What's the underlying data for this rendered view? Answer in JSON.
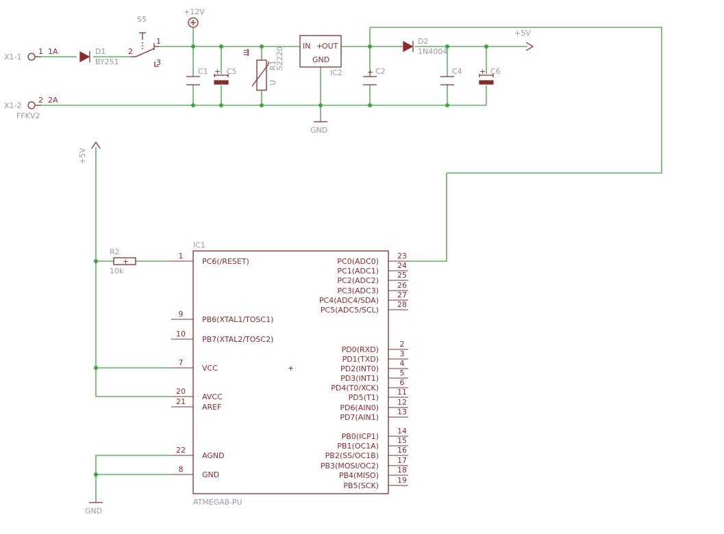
{
  "components": {
    "x1_1": {
      "name": "X1-1",
      "pin": "1",
      "pad": "1A"
    },
    "x1_2": {
      "name": "X1-2",
      "pin": "2",
      "pad": "2A",
      "value": "FFKV2"
    },
    "d1": {
      "name": "D1",
      "value": "BY251"
    },
    "s5": {
      "name": "S5",
      "pin2": "2",
      "pin1": "1",
      "pin3": "3"
    },
    "vcc12": {
      "label": "+12V"
    },
    "c1": {
      "name": "C1"
    },
    "c5": {
      "name": "C5"
    },
    "r1": {
      "name": "R1",
      "value": "S2220"
    },
    "ic2": {
      "name": "IC2",
      "in": "IN",
      "out": "OUT",
      "gnd": "GND"
    },
    "c2": {
      "name": "C2"
    },
    "d2": {
      "name": "D2",
      "value": "1N4004"
    },
    "c4": {
      "name": "C4"
    },
    "c6": {
      "name": "C6"
    },
    "vcc5_top": {
      "label": "+5V"
    },
    "gnd_top": {
      "label": "GND"
    },
    "vcc5_left": {
      "label": "+5V"
    },
    "r2": {
      "name": "R2",
      "value": "10k"
    },
    "gnd_bottom": {
      "label": "GND"
    },
    "ic1": {
      "name": "IC1",
      "value": "ATMEGA8-PU",
      "left_pins": [
        {
          "num": "1",
          "label": "PC6(/RESET)"
        },
        {
          "num": "9",
          "label": "PB6(XTAL1/TOSC1)"
        },
        {
          "num": "10",
          "label": "PB7(XTAL2/TOSC2)"
        },
        {
          "num": "7",
          "label": "VCC"
        },
        {
          "num": "20",
          "label": "AVCC"
        },
        {
          "num": "21",
          "label": "AREF"
        },
        {
          "num": "22",
          "label": "AGND"
        },
        {
          "num": "8",
          "label": "GND"
        }
      ],
      "right_pins": [
        {
          "num": "23",
          "label": "PC0(ADC0)"
        },
        {
          "num": "24",
          "label": "PC1(ADC1)"
        },
        {
          "num": "25",
          "label": "PC2(ADC2)"
        },
        {
          "num": "26",
          "label": "PC3(ADC3)"
        },
        {
          "num": "27",
          "label": "PC4(ADC4/SDA)"
        },
        {
          "num": "28",
          "label": "PC5(ADC5/SCL)"
        },
        {
          "num": "2",
          "label": "PD0(RXD)"
        },
        {
          "num": "3",
          "label": "PD1(TXD)"
        },
        {
          "num": "4",
          "label": "PD2(INT0)"
        },
        {
          "num": "5",
          "label": "PD3(INT1)"
        },
        {
          "num": "6",
          "label": "PD4(T0/XCK)"
        },
        {
          "num": "11",
          "label": "PD5(T1)"
        },
        {
          "num": "12",
          "label": "PD6(AIN0)"
        },
        {
          "num": "13",
          "label": "PD7(AIN1)"
        },
        {
          "num": "14",
          "label": "PB0(ICP1)"
        },
        {
          "num": "15",
          "label": "PB1(OC1A)"
        },
        {
          "num": "16",
          "label": "PB2(SS/OC1B)"
        },
        {
          "num": "17",
          "label": "PB3(MOSI/OC2)"
        },
        {
          "num": "18",
          "label": "PB4(MISO)"
        },
        {
          "num": "19",
          "label": "PB5(SCK)"
        }
      ]
    }
  }
}
